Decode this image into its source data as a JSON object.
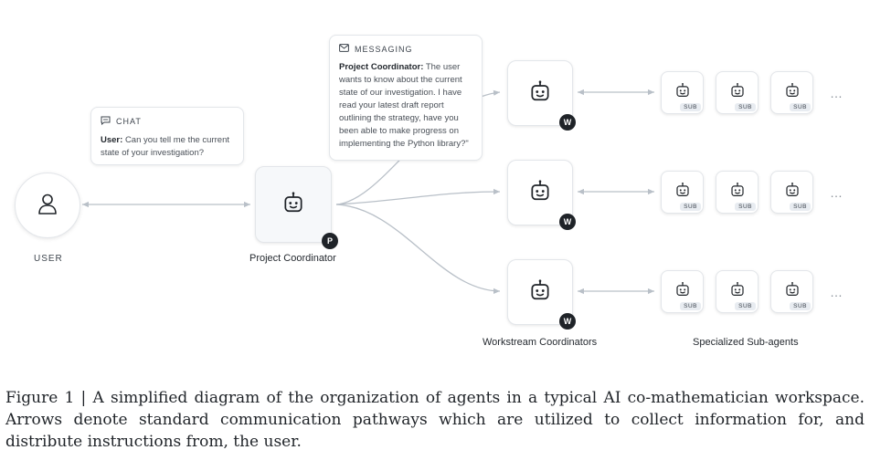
{
  "user": {
    "label": "USER"
  },
  "chat": {
    "header": "CHAT",
    "speaker": "User:",
    "text": "Can you tell me the current state of your investigation?"
  },
  "messaging": {
    "header": "MESSAGING",
    "speaker": "Project Coordinator:",
    "text": "The user wants to know about the current state of our investigation. I have read your latest draft report outlining the strategy, have you been able to make progress on implementing the Python library?\""
  },
  "project_coordinator": {
    "label": "Project Coordinator",
    "badge": "P"
  },
  "workstream": {
    "badge": "W",
    "label": "Workstream Coordinators"
  },
  "subagents": {
    "tag": "SUB",
    "more": "…",
    "label": "Specialized Sub-agents"
  },
  "caption": "Figure 1 | A simplified diagram of the organization of agents in a typical AI co-mathematician workspace. Arrows denote standard communication pathways which are utilized to collect information for, and distribute instructions from, the user.",
  "colors": {
    "line": "#b9c0c8",
    "dark": "#1f2328",
    "tag_bg": "#e8ecf1"
  },
  "icons": [
    "user-icon",
    "chat-icon",
    "mail-icon",
    "robot-icon"
  ]
}
